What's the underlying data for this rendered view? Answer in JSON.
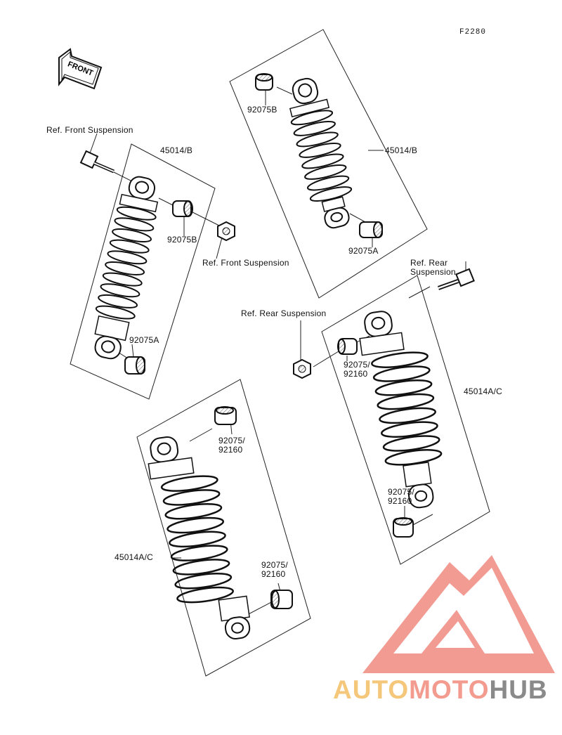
{
  "diagram": {
    "code": "F2280",
    "front_label": "FRONT",
    "labels": {
      "ref_front_top": "Ref. Front Suspension",
      "assy_b_left": "45014/B",
      "bushing_b_left": "92075B",
      "ref_front_nut": "Ref. Front Suspension",
      "bushing_a_left": "92075A",
      "bushing_b_top": "92075B",
      "assy_b_right": "45014/B",
      "bushing_a_right": "92075A",
      "ref_rear_top": "Ref. Rear\nSuspension",
      "ref_rear_nut": "Ref. Rear Suspension",
      "bushing_rear_upper_right": "92075/\n92160",
      "assy_ac_right": "45014A/C",
      "bushing_rear_lower_right": "92075/\n92160",
      "bushing_rear_upper_left": "92075/\n92160",
      "assy_ac_left": "45014A/C",
      "bushing_rear_lower_left": "92075/\n92160"
    }
  },
  "watermark": {
    "part1": "AUTO",
    "part2": "MOTO",
    "part3": "HUB",
    "colors": {
      "auto": "#f5c77a",
      "moto": "#f29b8e",
      "hub": "#8a8a8a",
      "logo": "#f08a80"
    }
  }
}
